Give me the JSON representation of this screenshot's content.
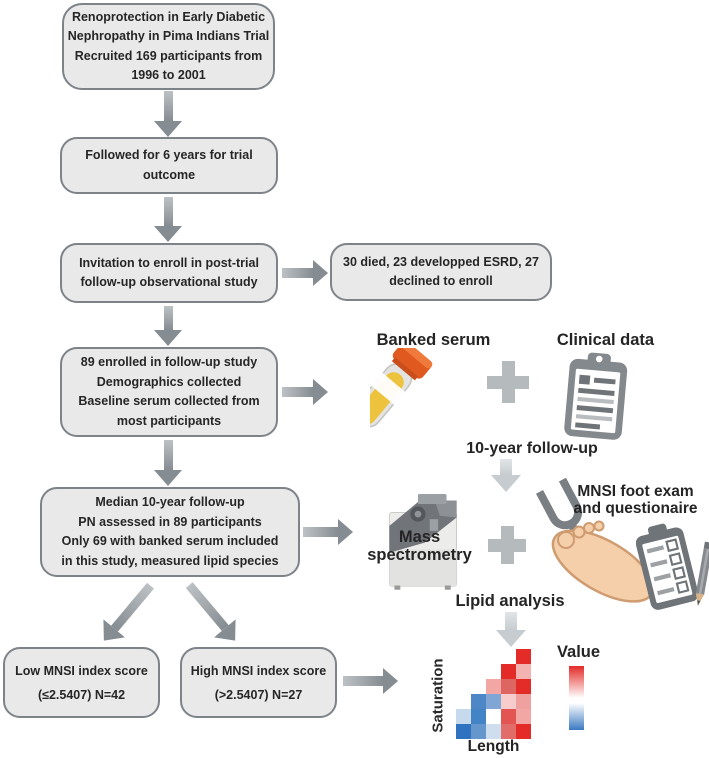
{
  "boxes": {
    "trial": {
      "lines": [
        "Renoprotection in Early Diabetic",
        "Nephropathy in Pima Indians Trial",
        "Recruited 169 participants from",
        "1996 to 2001"
      ]
    },
    "followed": {
      "lines": [
        "Followed for 6 years for trial",
        "outcome"
      ]
    },
    "invitation": {
      "lines": [
        "Invitation to enroll in post-trial",
        "follow-up observational study"
      ]
    },
    "declined": {
      "lines": [
        "30 died, 23 developped ESRD, 27",
        "declined to enroll"
      ]
    },
    "enrolled": {
      "lines": [
        "89 enrolled in follow-up study",
        "Demographics collected",
        "Baseline serum collected from",
        "most participants"
      ]
    },
    "median": {
      "lines": [
        "Median 10-year follow-up",
        "PN assessed in 89 participants",
        "Only 69 with banked serum included",
        "in this study, measured lipid species"
      ]
    },
    "low_mnsi": {
      "lines": [
        "Low MNSI index score",
        "(≤2.5407) N=42"
      ]
    },
    "high_mnsi": {
      "lines": [
        "High MNSI index score",
        "(>2.5407) N=27"
      ]
    }
  },
  "labels": {
    "banked_serum": "Banked serum",
    "clinical_data": "Clinical data",
    "ten_year_followup": "10-year follow-up",
    "mass_spec_line1": "Mass",
    "mass_spec_line2": "spectrometry",
    "mnsi_line1": "MNSI foot exam",
    "mnsi_line2": "and questionaire",
    "lipid_analysis": "Lipid analysis"
  },
  "icons": {
    "blood_tube": "blood-collection-tube",
    "clipboard": "clinical-data-clipboard",
    "mass_spectrometer": "mass-spectrometer",
    "tuning_fork_foot": "tuning-fork-on-foot",
    "checklist_pencil": "questionnaire-checklist-pencil"
  },
  "colors": {
    "box_fill": "#e9e9e9",
    "box_border": "#7d8388",
    "arrow_dark": "#868d92",
    "arrow_light": "#c6cccf",
    "serum_yellow": "#edc23d",
    "cap_orange": "#e05a20"
  },
  "chart_data": {
    "type": "heatmap",
    "title": "",
    "xlabel": "Length",
    "ylabel": "Saturation",
    "legend_title": "Value",
    "legend_gradient_top_to_bottom": [
      "#e32b28",
      "#ffffff",
      "#3b7ac2"
    ],
    "grid": false,
    "note": "staircase heatmap, 6 rows x 5 cols, null = empty cell",
    "cells": [
      [
        null,
        null,
        null,
        null,
        "#e32b28"
      ],
      [
        null,
        null,
        null,
        "#e32b28",
        "#f2b3b1"
      ],
      [
        null,
        null,
        "#f2a7a5",
        "#dd6663",
        "#e32b28"
      ],
      [
        null,
        "#4d87c8",
        "#7fa6d4",
        "#f6cdcc",
        "#efa19f"
      ],
      [
        "#c7d9ed",
        "#4384c7",
        "#ffffff",
        "#e25553",
        "#f2a7a5"
      ],
      [
        "#2f72bf",
        "#6597cd",
        "#cfdeee",
        "#e06d6a",
        "#e32b28"
      ]
    ]
  }
}
